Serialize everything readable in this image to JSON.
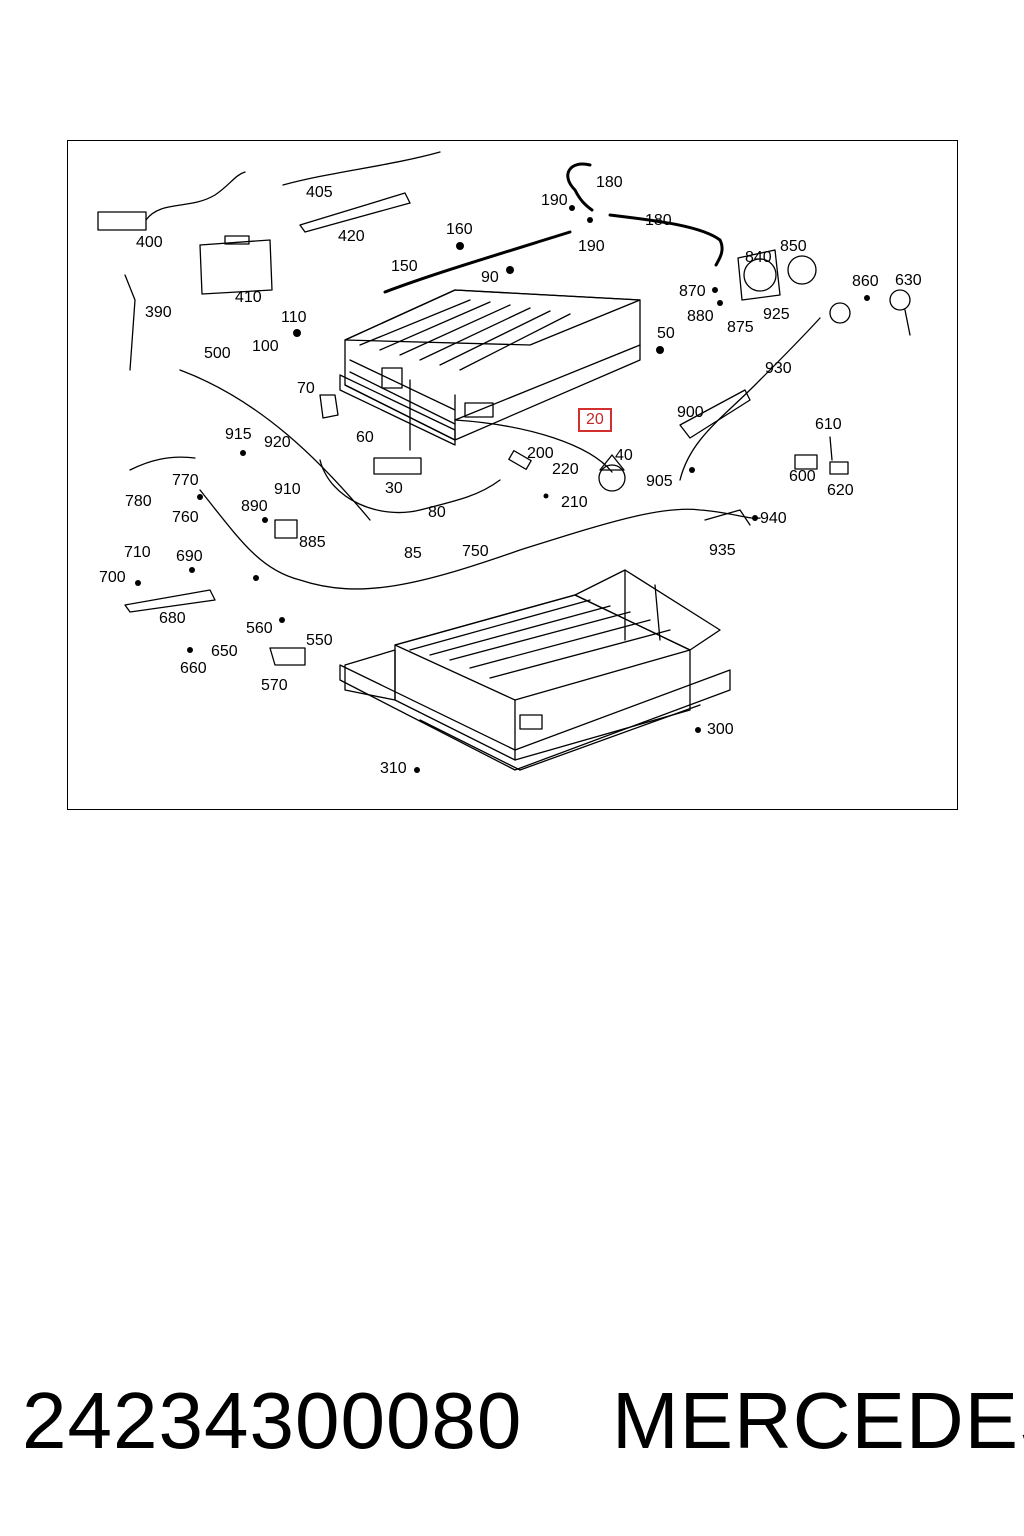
{
  "diagram": {
    "callouts": [
      "400",
      "405",
      "420",
      "390",
      "410",
      "160",
      "150",
      "90",
      "180",
      "190",
      "190",
      "180",
      "840",
      "850",
      "870",
      "880",
      "875",
      "925",
      "860",
      "630",
      "110",
      "100",
      "500",
      "70",
      "50",
      "60",
      "30",
      "20",
      "40",
      "200",
      "220",
      "210",
      "915",
      "920",
      "770",
      "780",
      "760",
      "910",
      "890",
      "885",
      "900",
      "930",
      "905",
      "610",
      "600",
      "620",
      "940",
      "935",
      "80",
      "85",
      "750",
      "710",
      "690",
      "700",
      "680",
      "560",
      "550",
      "650",
      "660",
      "570",
      "300",
      "310"
    ],
    "highlighted_callout": "20",
    "colors": {
      "line": "#000000",
      "highlight": "#d32f2f"
    }
  },
  "footer": {
    "part_number": "24234300080",
    "brand": "MERCEDES"
  }
}
